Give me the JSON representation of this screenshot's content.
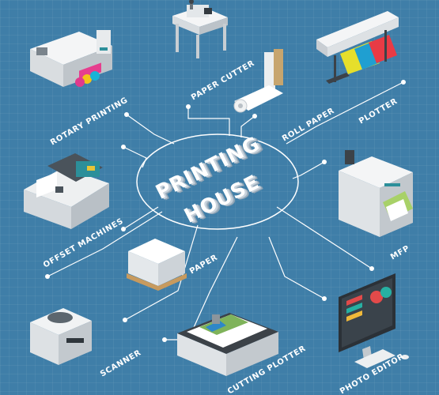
{
  "center": {
    "title_line1": "PRINTING",
    "title_line2": "HOUSE"
  },
  "nodes": {
    "rotary_printing": "ROTARY PRINTING",
    "paper_cutter": "PAPER CUTTER",
    "roll_paper": "ROLL PAPER",
    "plotter": "PLOTTER",
    "offset_machines": "OFFSET MACHINES",
    "mfp": "MFP",
    "paper": "PAPER",
    "scanner": "SCANNER",
    "cutting_plotter": "CUTTING PLOTTER",
    "photo_editor": "PHOTO EDITOR"
  },
  "colors": {
    "background": "#3f7ea8",
    "line": "#ffffff",
    "device": "#eef0f1",
    "device_shade": "#c7ccd1",
    "accent_teal": "#2c8f9a"
  }
}
